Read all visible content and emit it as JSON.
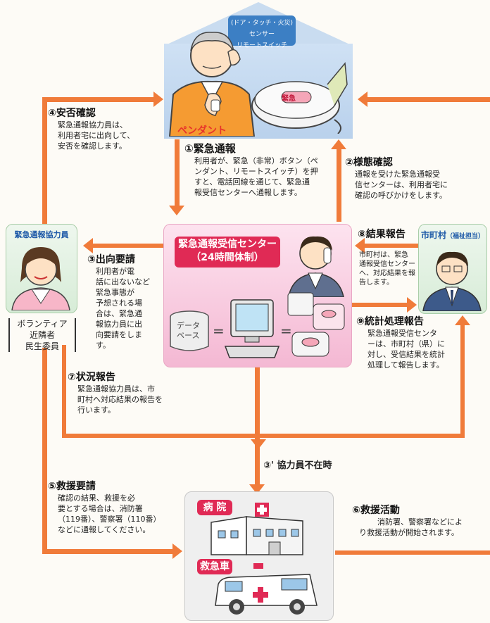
{
  "house": {
    "sign_line1": "(ドア・タッチ・火災) センサー",
    "sign_line2": "リモートスイッチ",
    "pendant_label": "ペンダント",
    "button_label": "緊急"
  },
  "steps": {
    "s1": {
      "title": "①緊急通報",
      "body": [
        "利用者が、緊急（非常）ボタン（ペ",
        "ンダント、リモートスイッチ）を押",
        "すと、電話回線を通じて、緊急通",
        "報受信センターへ通報します。"
      ]
    },
    "s2": {
      "title": "②様態確認",
      "body": [
        "通報を受けた緊急通報受",
        "信センターは、利用者宅に",
        "確認の呼びかけをします。"
      ]
    },
    "s3": {
      "title": "③出向要請",
      "body": [
        "利用者が電",
        "話に出ないなど",
        "緊急事態が",
        "予想される場",
        "合は、緊急通",
        "報協力員に出",
        "向要請をしま",
        "す。"
      ]
    },
    "s3b": {
      "title": "③' 協力員不在時"
    },
    "s4": {
      "title": "④安否確認",
      "body": [
        "緊急通報協力員は、",
        "利用者宅に出向して、",
        "安否を確認します。"
      ]
    },
    "s5": {
      "title": "⑤救援要請",
      "body": [
        "確認の結果、救援を必",
        "要とする場合は、消防署",
        "（119番）、警察署（110番）",
        "などに通報してください。"
      ]
    },
    "s6": {
      "title": "⑥救援活動",
      "body": [
        "消防署、警察署などによ",
        "り救援活動が開始されます。"
      ]
    },
    "s7": {
      "title": "⑦状況報告",
      "body": [
        "緊急通報協力員は、市",
        "町村へ対応結果の報告を",
        "行います。"
      ]
    },
    "s8": {
      "title": "⑧結果報告",
      "body": [
        "市町村は、緊急",
        "通報受信センター",
        "へ、対応結果を報",
        "告します。"
      ]
    },
    "s9": {
      "title": "⑨統計処理報告",
      "body": [
        "緊急通報受信センタ",
        "ーは、市町村（県）に",
        "対し、受信結果を統計",
        "処理して報告します。"
      ]
    }
  },
  "center": {
    "line1": "緊急通報受信センター",
    "line2": "（24時間体制）",
    "db_label": "データ\nベース"
  },
  "cooperator": {
    "title": "緊急通報協力員",
    "members": [
      "ボランティア",
      "近隣者",
      "民生委員"
    ]
  },
  "municipality": {
    "title": "市町村",
    "sub": "（福祉担当）"
  },
  "emergency": {
    "hospital": "病 院",
    "ambulance": "救急車"
  }
}
